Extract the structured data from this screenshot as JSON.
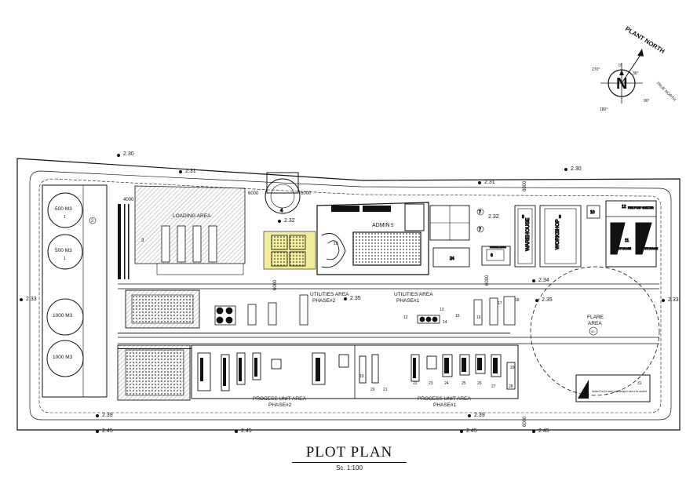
{
  "drawing": {
    "title": "PLOT PLAN",
    "scale": "Sc. 1:100"
  },
  "north_arrow": {
    "plant_north": "PLANT NORTH",
    "true_north": "TRUE NORTH",
    "letter": "N",
    "angles": {
      "top": "0°",
      "left": "270°",
      "right": "90°",
      "bottom": "180°",
      "offset": "36°"
    }
  },
  "elevations": {
    "e230": "2.30",
    "e231": "2.31",
    "e232": "2.32",
    "e233": "2.33",
    "e234": "2.34",
    "e235": "2.35",
    "e239": "2.39",
    "e245": "2.45"
  },
  "dimensions": {
    "d6000": "6000",
    "d4000": "4000"
  },
  "areas": {
    "loading": "LOADING AREA",
    "admin": "ADMIN",
    "utilities_2_a": "UTILITIES AREA",
    "utilities_2_b": "PHASE#2",
    "utilities_1_a": "UTILITIES AREA",
    "utilities_1_b": "PHASE#1",
    "warehouse": "WAREHOUSE",
    "workshop": "WORKSHOP",
    "fire_storage_a": "FIRE STORAGE",
    "fire_storage_b": "FIRE STORAGE",
    "fire_pump": "FIRE PUMP SHELTER",
    "flare_a": "FLARE",
    "flare_b": "AREA",
    "process_2_a": "PROCESS UNIT AREA",
    "process_2_b": "PHASE#2",
    "process_1_a": "PROCESS UNIT AREA",
    "process_1_b": "PHASE#1",
    "ambient_pool": "Ambient Pool for waste water storage in case of fire accident",
    "control_room": "CONTROL ROOM"
  },
  "tanks": [
    "500 M3",
    "500 M3",
    "1000 M3",
    "1000 M3"
  ],
  "tags": {
    "t1": "1",
    "t2": "2",
    "t3": "3",
    "t4": "4",
    "t5": "5",
    "t6": "6",
    "t7": "7",
    "t8": "8",
    "t9": "9",
    "t10": "10",
    "t11": "11",
    "t12": "12",
    "t13": "13",
    "t14": "14",
    "t15": "15",
    "t16": "16",
    "t17": "17",
    "t18": "18",
    "t19": "19",
    "t20": "20",
    "t21": "21",
    "t22": "22",
    "t23": "23",
    "t24": "24",
    "t25": "25",
    "t26": "26",
    "t27": "27",
    "t28": "28",
    "t29": "29",
    "t30": "30",
    "t31": "31"
  },
  "colors": {
    "line": "#111111",
    "admin_highlight": "#f2ed9a",
    "paving": "#9a9a9a"
  }
}
